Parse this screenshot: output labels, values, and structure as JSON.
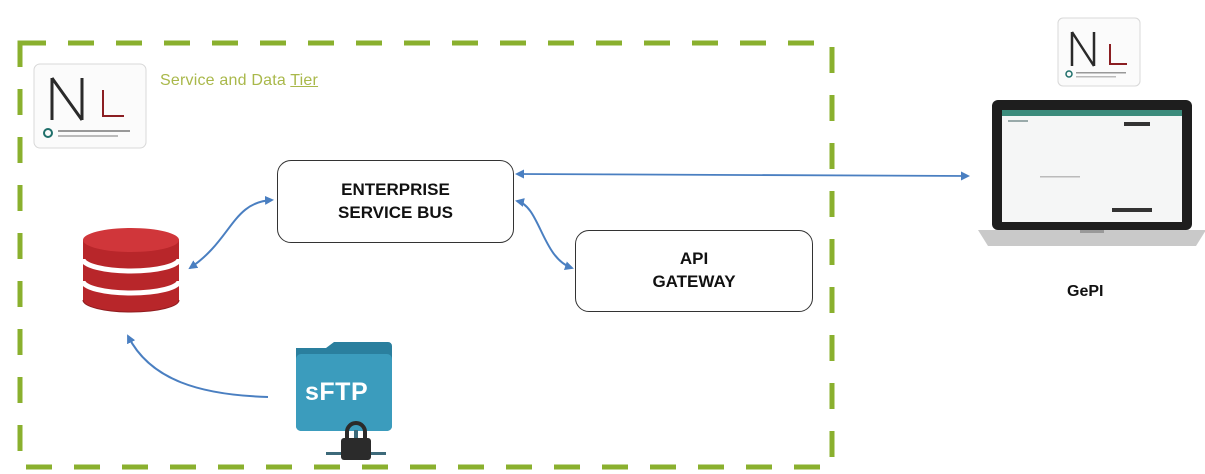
{
  "tier": {
    "label_prefix": "Service and Data ",
    "label_underlined": "Tier"
  },
  "nodes": {
    "esb": {
      "line1": "ENTERPRISE",
      "line2": "SERVICE BUS"
    },
    "api": {
      "line1": "API",
      "line2": "GATEWAY"
    },
    "sftp": {
      "label": "sFTP"
    },
    "client": {
      "label": "GePI"
    }
  },
  "colors": {
    "tier_border": "#8ab02e",
    "tier_text": "#a9b84a",
    "connector": "#4a7fc1",
    "database": "#c0282c",
    "sftp_folder": "#2e8fb0",
    "logo_green": "#1f6f6a"
  },
  "icons": [
    "logo-icon",
    "database-icon",
    "sftp-folder-icon",
    "lock-icon",
    "laptop-icon"
  ]
}
